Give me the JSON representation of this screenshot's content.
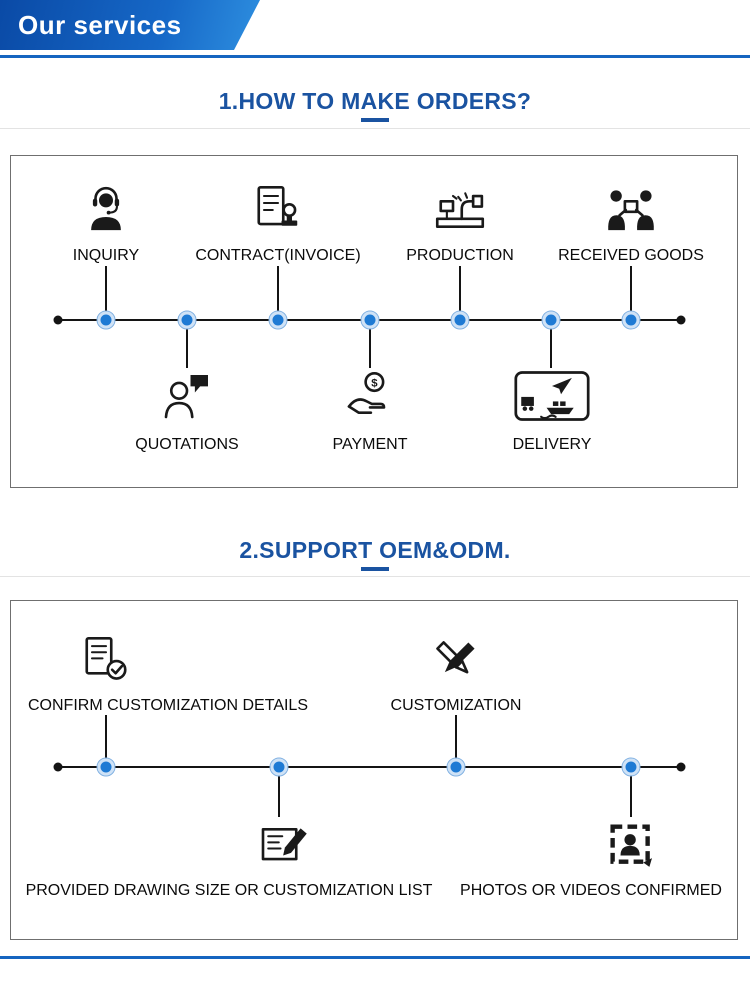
{
  "banner": {
    "title": "Our services"
  },
  "colors": {
    "banner_blue": "#1668c7",
    "divider_blue": "#1565c0",
    "title_blue": "#1a53a1",
    "timeline_node_blue": "#1e7ad4",
    "icon_black": "#1a1a1a"
  },
  "icons": {
    "dollar_glyph": "$"
  },
  "sections": [
    {
      "title": "1.HOW TO MAKE ORDERS?",
      "top_steps": [
        {
          "label": "INQUIRY",
          "icon": "customer-service-icon"
        },
        {
          "label": "CONTRACT(INVOICE)",
          "icon": "contract-stamp-icon"
        },
        {
          "label": "PRODUCTION",
          "icon": "production-machine-icon"
        },
        {
          "label": "RECEIVED GOODS",
          "icon": "received-goods-icon"
        }
      ],
      "bottom_steps": [
        {
          "label": "QUOTATIONS",
          "icon": "quotations-chat-icon"
        },
        {
          "label": "PAYMENT",
          "icon": "payment-hand-icon"
        },
        {
          "label": "DELIVERY",
          "icon": "delivery-transport-icon"
        }
      ]
    },
    {
      "title": "2.SUPPORT OEM&ODM.",
      "top_steps": [
        {
          "label": "CONFIRM CUSTOMIZATION DETAILS",
          "icon": "confirm-details-icon"
        },
        {
          "label": "CUSTOMIZATION",
          "icon": "customization-tools-icon"
        }
      ],
      "bottom_steps": [
        {
          "label": "PROVIDED DRAWING SIZE OR CUSTOMIZATION LIST",
          "icon": "drawing-list-icon"
        },
        {
          "label": "PHOTOS OR VIDEOS CONFIRMED",
          "icon": "photos-confirmed-icon"
        }
      ]
    }
  ]
}
